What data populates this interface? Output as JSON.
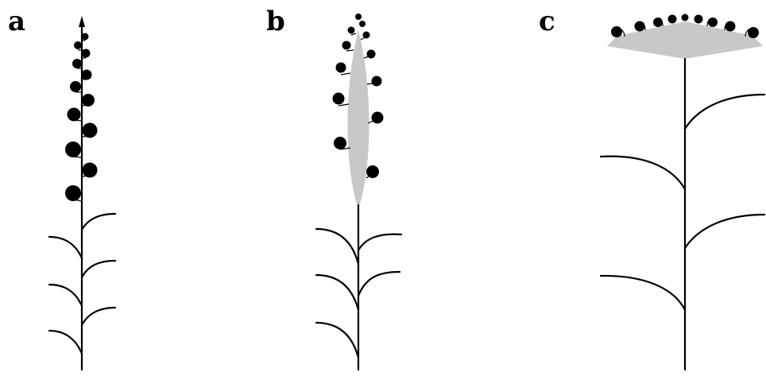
{
  "panels": [
    {
      "label": "a",
      "form": "raceme"
    },
    {
      "label": "b",
      "form": "raceme-with-thickened-axis"
    },
    {
      "label": "c",
      "form": "umbel-like"
    }
  ],
  "colors": {
    "ink": "#000000",
    "axis_fill": "#c8c8c8",
    "background": "#ffffff"
  }
}
